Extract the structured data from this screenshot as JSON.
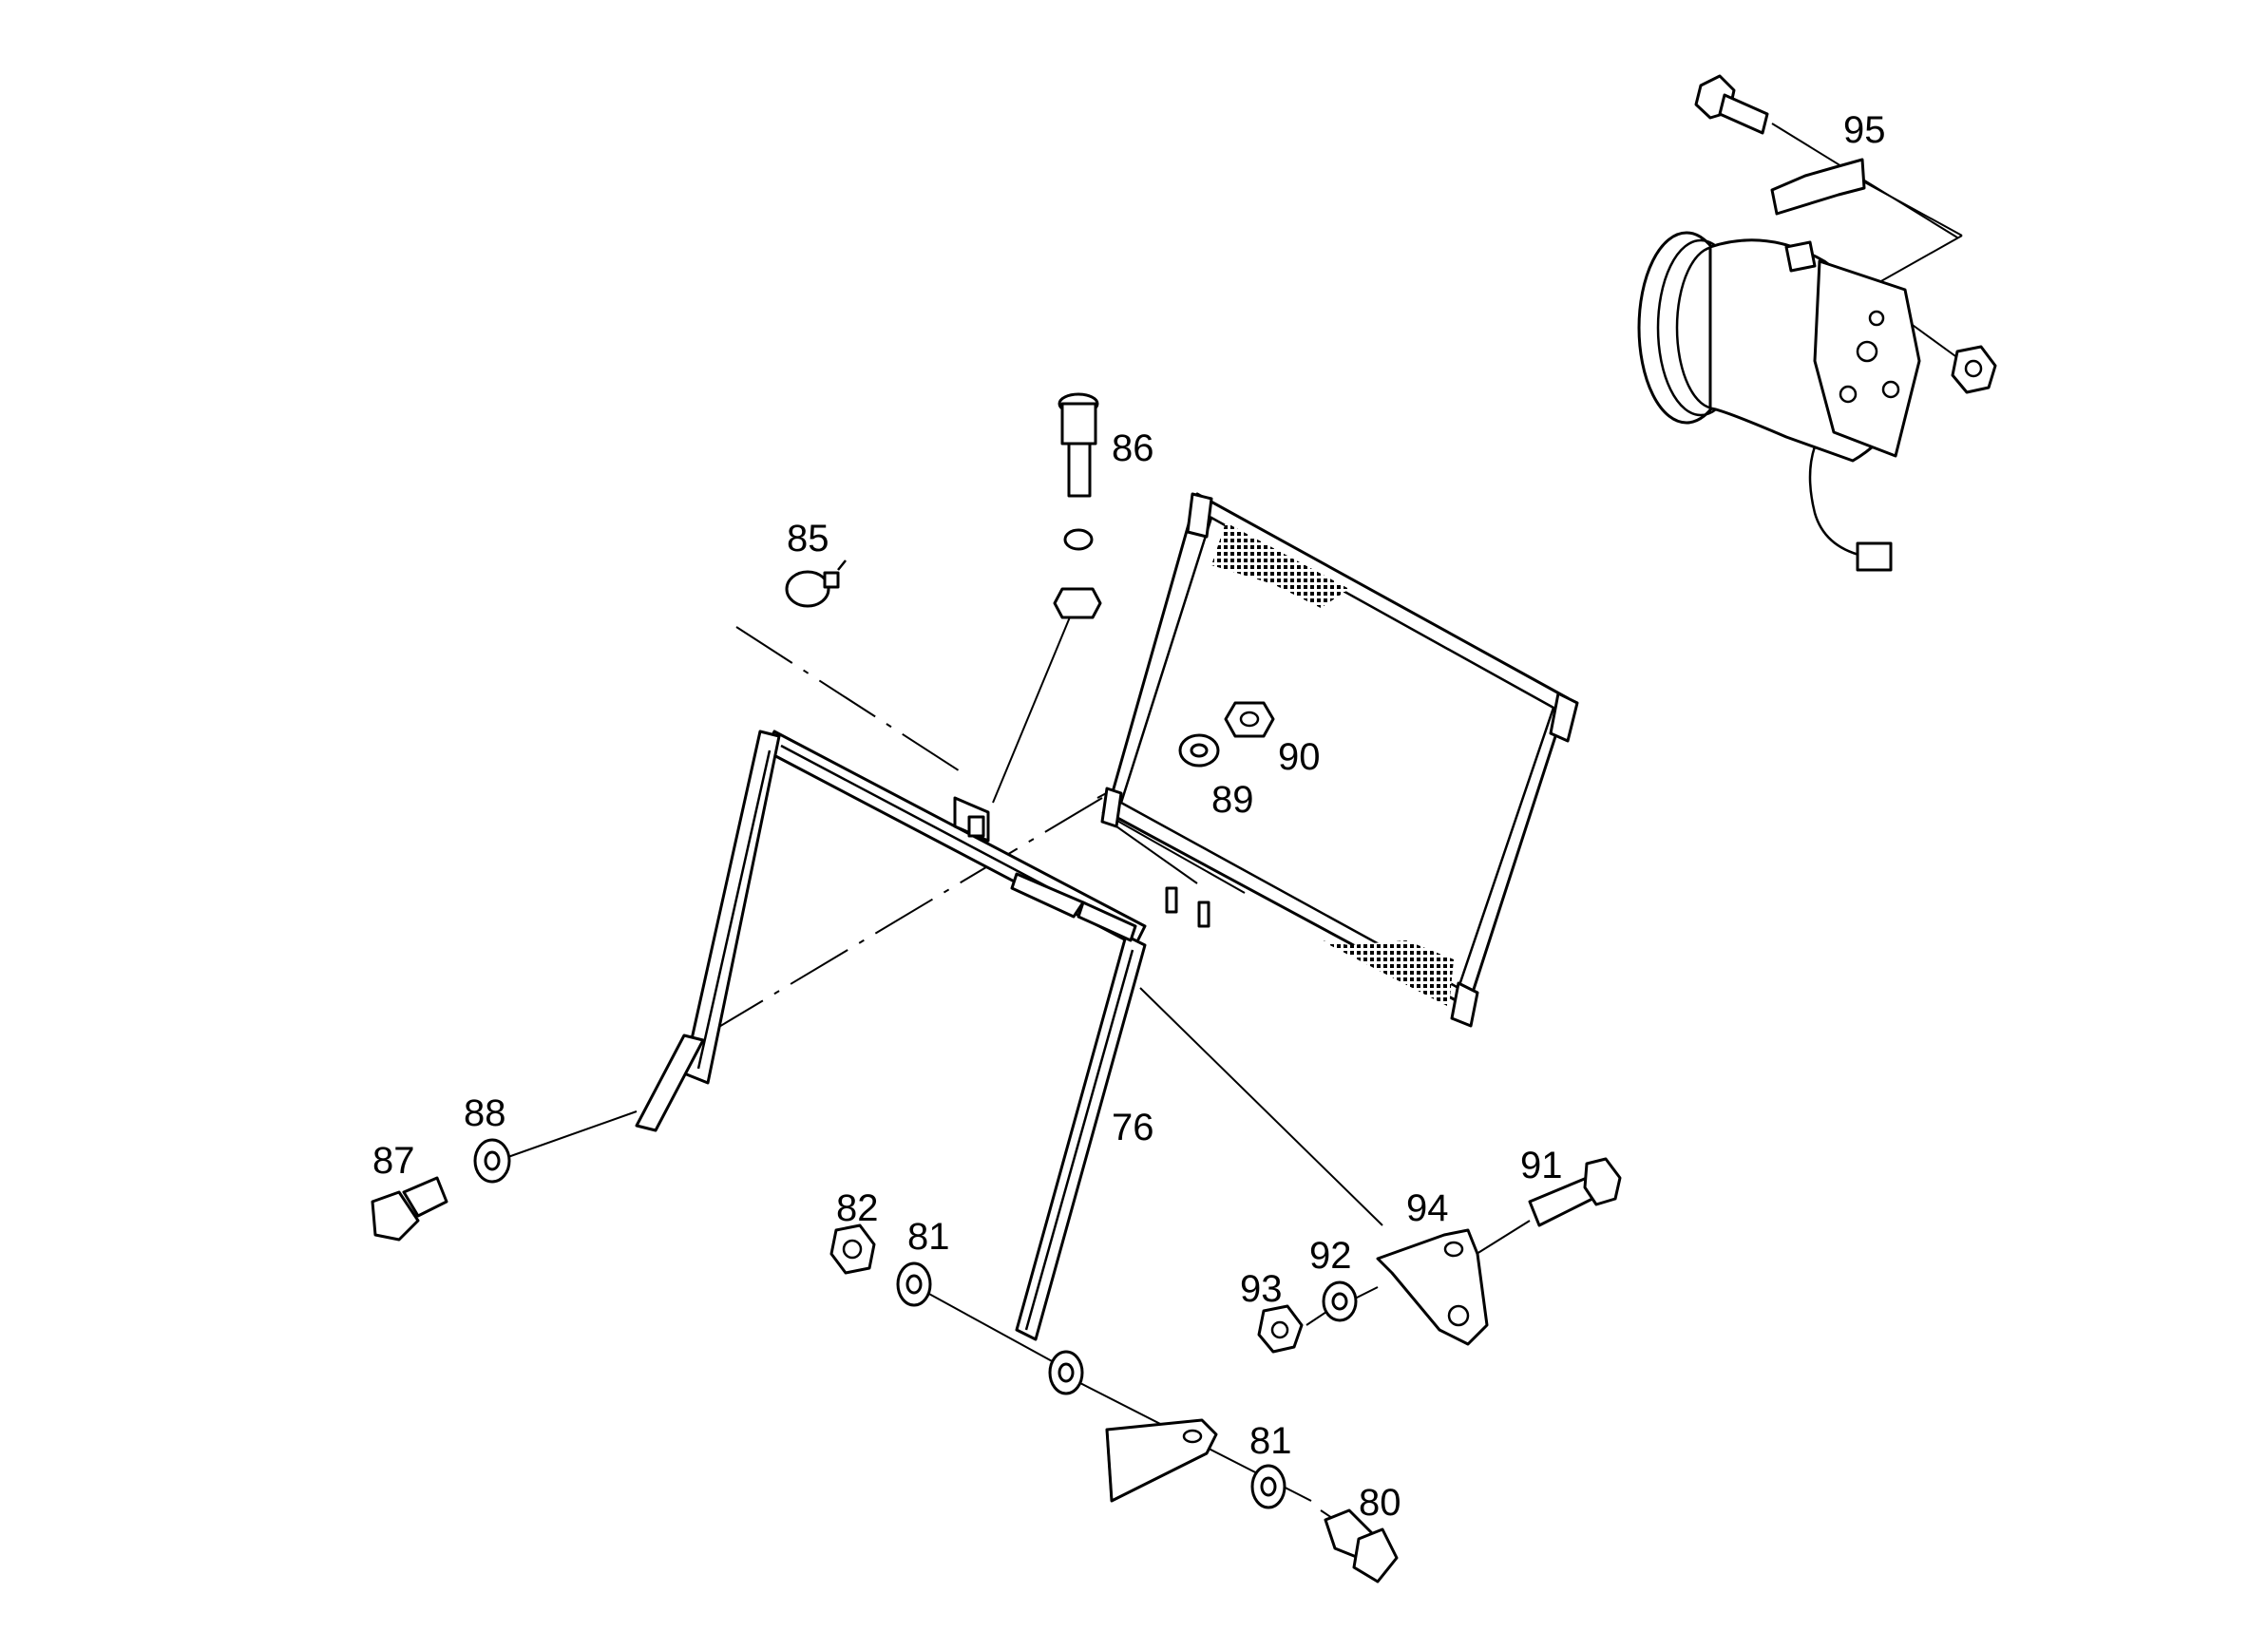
{
  "diagram": {
    "callouts": {
      "c76": "76",
      "c80": "80",
      "c81a": "81",
      "c81b": "81",
      "c82": "82",
      "c85": "85",
      "c86": "86",
      "c87": "87",
      "c88": "88",
      "c89": "89",
      "c90": "90",
      "c91": "91",
      "c92": "92",
      "c93": "93",
      "c94": "94",
      "c95": "95"
    },
    "colors": {
      "line": "#000000",
      "background": "#ffffff"
    }
  }
}
